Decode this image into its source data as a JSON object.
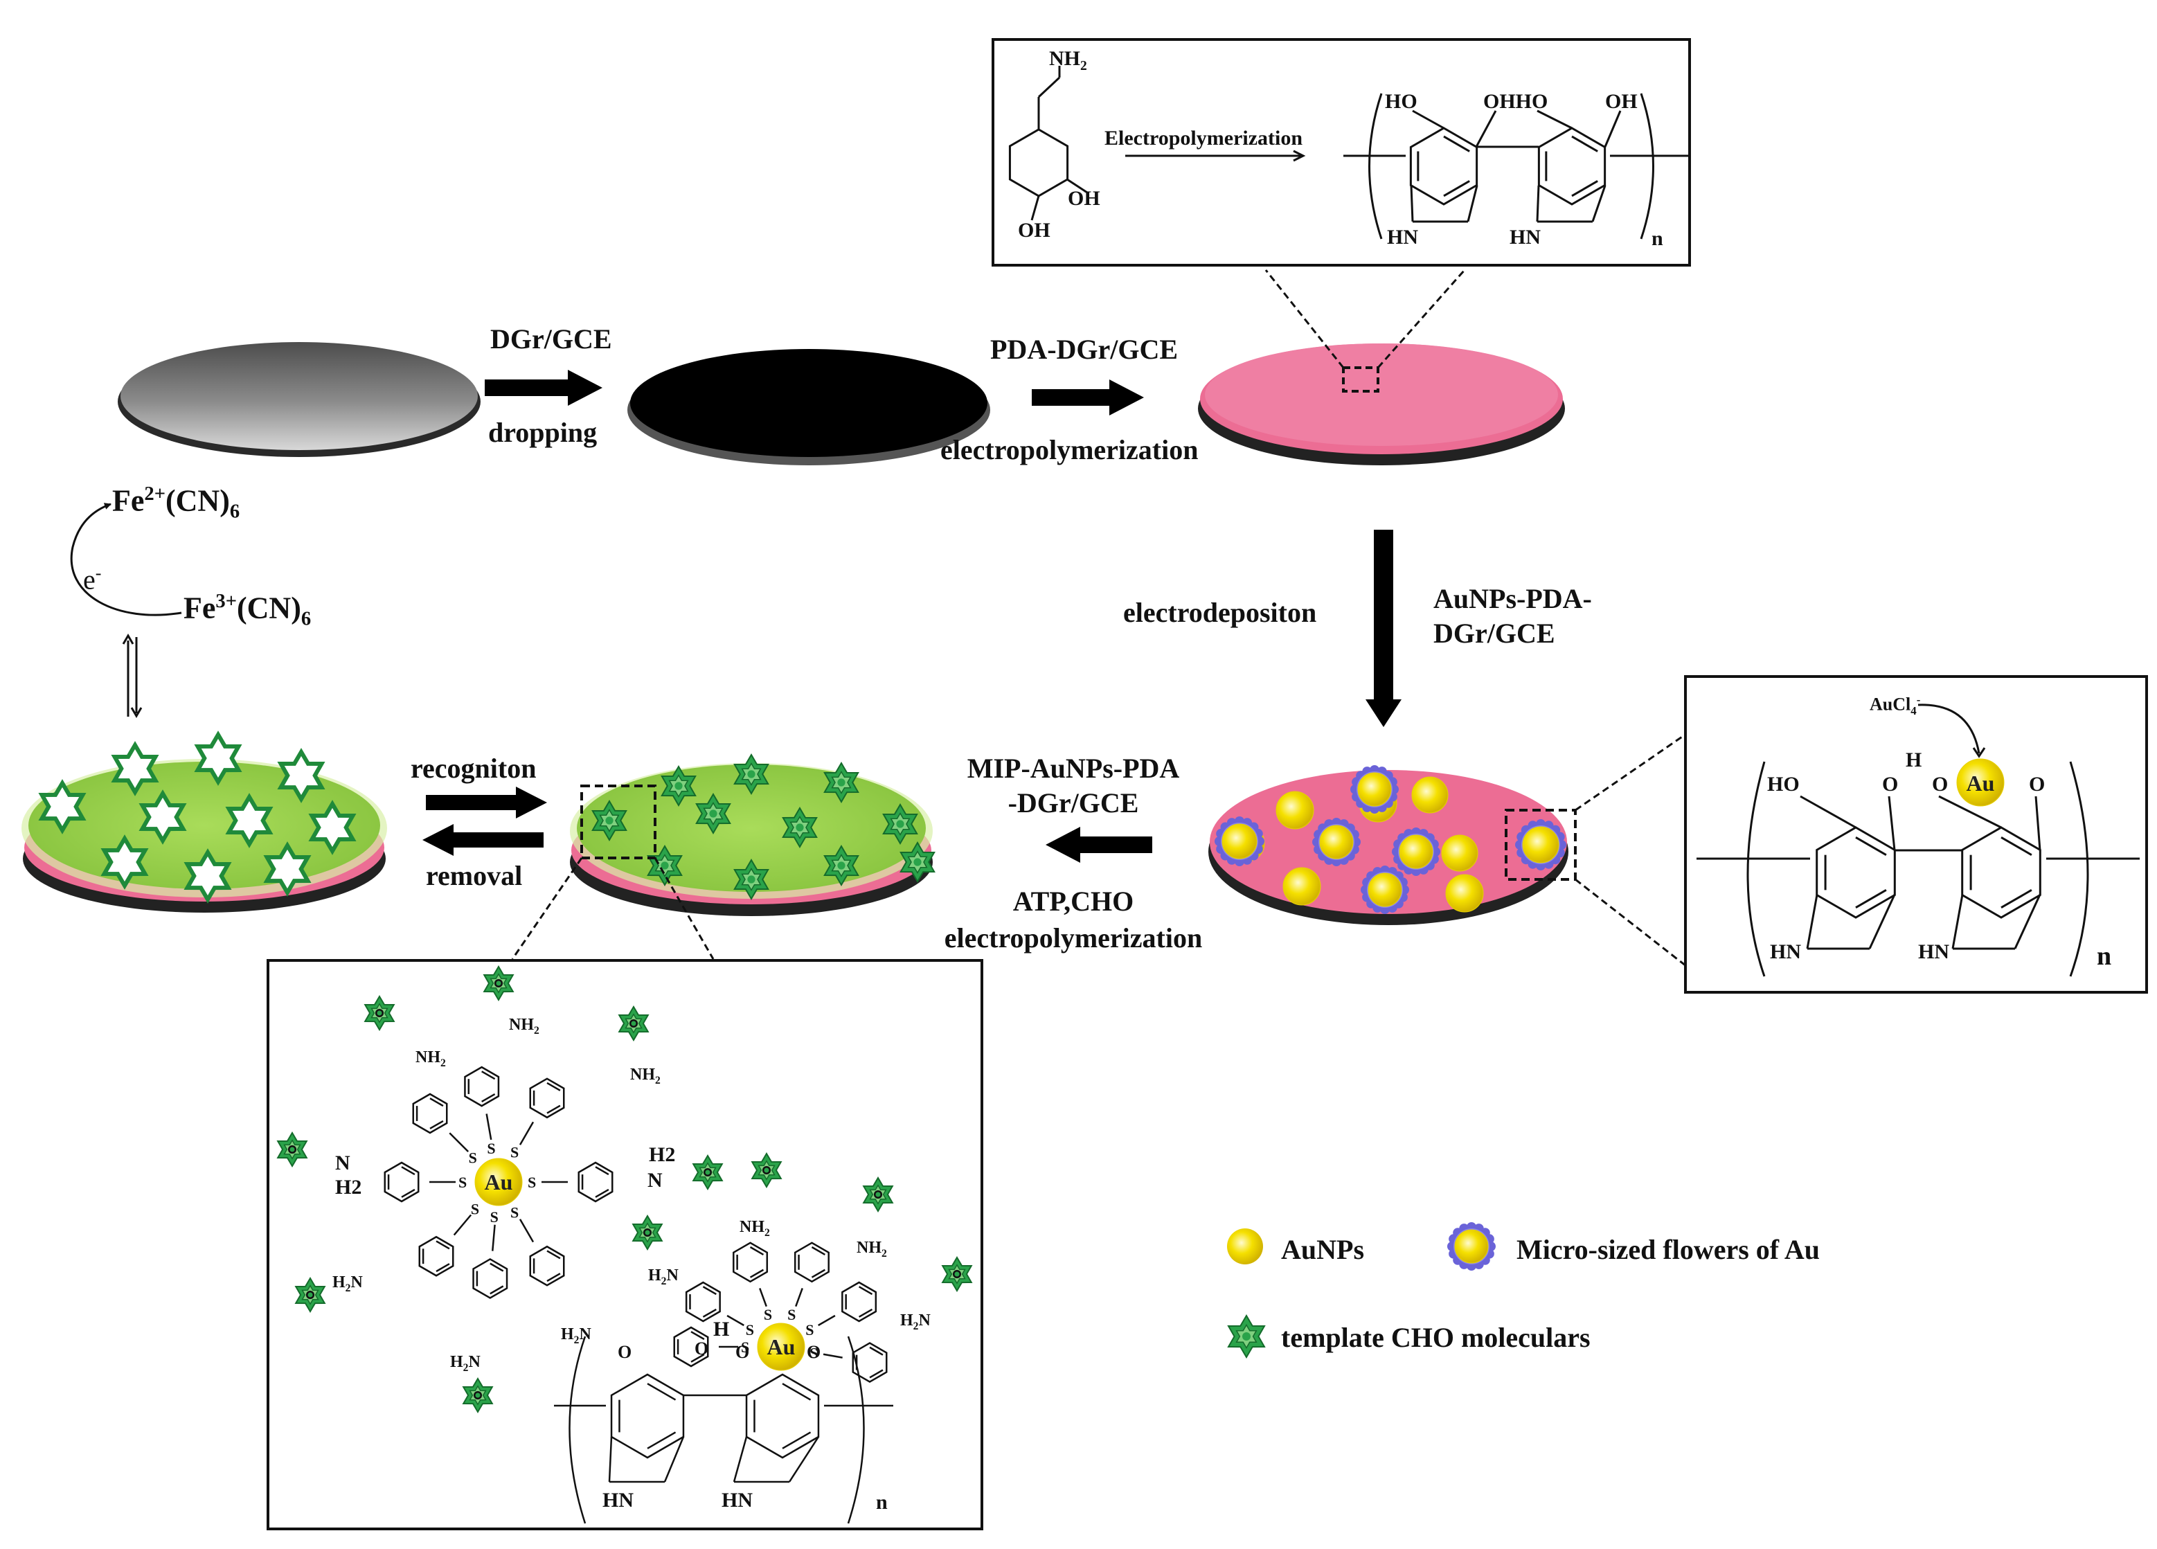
{
  "steps": {
    "s1_top": "DGr/GCE",
    "s1_bottom": "dropping",
    "s2_top": "PDA-DGr/GCE",
    "s2_bottom": "electropolymerization",
    "s3_left": "electrodepositon",
    "s3_right_1": "AuNPs-PDA-",
    "s3_right_2": "DGr/GCE",
    "s4_top_1": "MIP-AuNPs-PDA",
    "s4_top_2": "-DGr/GCE",
    "s4_bottom_1": "ATP,CHO",
    "s4_bottom_2": "electropolymerization",
    "recognition": "recogniton",
    "removal": "removal"
  },
  "redox": {
    "fe2_base": "Fe",
    "fe2_charge": "2+",
    "fe2_ligand": "(CN)",
    "fe2_count": "6",
    "fe3_base": "Fe",
    "fe3_charge": "3+",
    "fe3_ligand": "(CN)",
    "fe3_count": "6",
    "electron": "e",
    "electron_charge": "-"
  },
  "box_top": {
    "reaction_label": "Electropolymerization",
    "nh2": "NH2",
    "oh1": "OH",
    "oh2": "OH",
    "poly_ho": "HO",
    "poly_ohho": "OHHO",
    "poly_oh": "OH",
    "hn1": "HN",
    "hn2": "HN",
    "n": "n"
  },
  "box_right": {
    "aucl4": "AuCl",
    "aucl4_sub": "4",
    "aucl4_sup": "-",
    "ho": "HO",
    "o1": "O",
    "h": "H",
    "o2": "O",
    "au": "Au",
    "o3": "O",
    "hn1": "HN",
    "hn2": "HN",
    "n": "n"
  },
  "box_bottom": {
    "au1": "Au",
    "au2": "Au",
    "nh2_labels": [
      "NH2",
      "NH2",
      "NH2",
      "H2N",
      "H2N",
      "NH2",
      "NH2",
      "H2N",
      "H2N",
      "H2N"
    ],
    "n_h2_top": "N",
    "n_h2_bottom": "H2",
    "h2_top": "H2",
    "n_right": "N",
    "h": "H",
    "o_labels": [
      "O",
      "O",
      "O",
      "O"
    ],
    "s_label": "S",
    "hn1": "HN",
    "hn2": "HN",
    "n": "n"
  },
  "legend": {
    "aunps": "AuNPs",
    "flowers": "Micro-sized flowers of Au",
    "template": "template CHO moleculars"
  },
  "colors": {
    "gold": "#f2dc00",
    "pink": "#ec6d94",
    "green_film": "#9bd24a",
    "star_green": "#2aa34a",
    "flower_purple": "#6a63d8"
  }
}
